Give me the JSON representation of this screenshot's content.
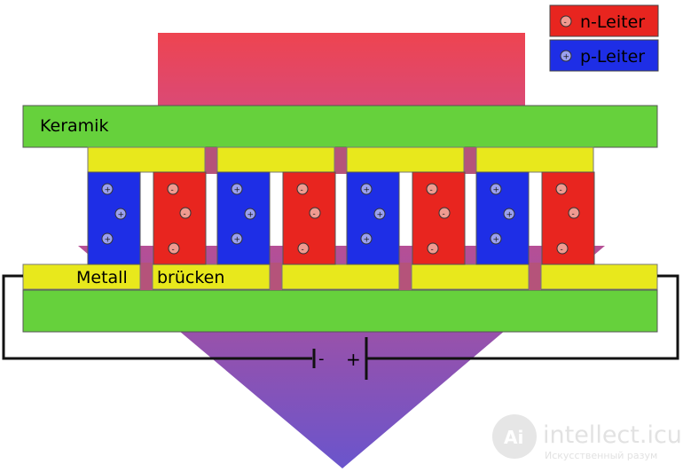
{
  "legend": {
    "n_label": "n-Leiter",
    "p_label": "p-Leiter",
    "n_sign": "-",
    "p_sign": "+"
  },
  "labels": {
    "ceramic": "Keramik",
    "bridge_part1": "Metall",
    "bridge_part2": "brücken"
  },
  "polarity": {
    "minus": "-",
    "plus": "+"
  },
  "legs": [
    "p",
    "n",
    "p",
    "n",
    "p",
    "n",
    "p",
    "n"
  ],
  "watermark": {
    "brand": "intellect.icu",
    "tagline": "Искусственный разум"
  },
  "colors": {
    "ceramic": "#66d13c",
    "bridge": "#e8e81c",
    "n_leg": "#e8251f",
    "p_leg": "#1e2ee6",
    "connector": "#b5537a",
    "heat_in": "#e8424e",
    "heat_out": "#7a55c8"
  }
}
